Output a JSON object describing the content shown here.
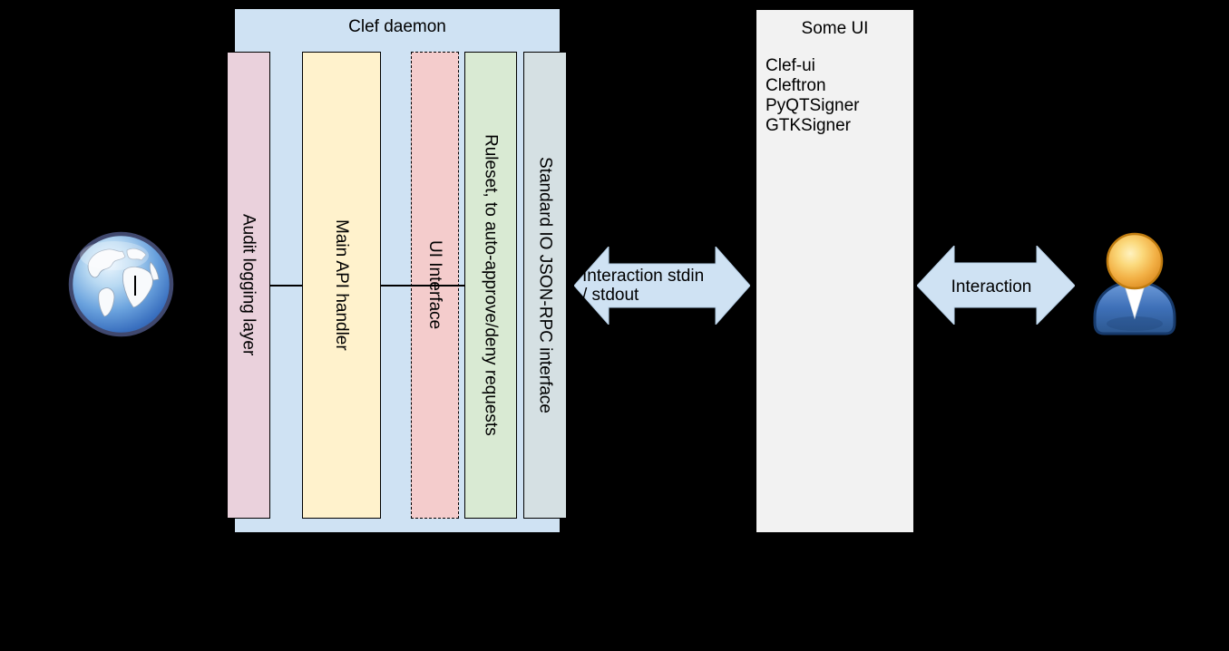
{
  "canvas": {
    "background": "#000000"
  },
  "daemon": {
    "title": "Clef daemon",
    "fill": "#cfe2f3",
    "bars": [
      {
        "id": "audit-logging-layer",
        "label": "Audit logging layer",
        "fill": "#ead1dc",
        "border": "solid"
      },
      {
        "id": "main-api-handler",
        "label": "Main API handler",
        "fill": "#fff2cc",
        "border": "solid"
      },
      {
        "id": "ui-interface",
        "label": "UI Interface",
        "fill": "#f4cccc",
        "border": "dashed"
      },
      {
        "id": "ruleset",
        "label": "Ruleset, to auto-approve/deny requests",
        "fill": "#d9ead3",
        "border": "solid"
      },
      {
        "id": "stdio-jsonrpc",
        "label": "Standard IO JSON-RPC interface",
        "fill": "#d5e0e3",
        "border": "solid"
      }
    ]
  },
  "some_ui": {
    "title": "Some UI",
    "fill": "#f2f2f2",
    "items": [
      "Clef-ui",
      "Cleftron",
      "PyQTSigner",
      "GTKSigner"
    ]
  },
  "arrows": {
    "daemon_ui": {
      "label": "Interaction stdin\n/ stdout",
      "fill": "#cfe2f3"
    },
    "ui_user": {
      "label": "Interaction",
      "fill": "#cfe2f3"
    }
  },
  "icons": {
    "left": "globe-earth-icon",
    "right": "person-user-icon"
  }
}
